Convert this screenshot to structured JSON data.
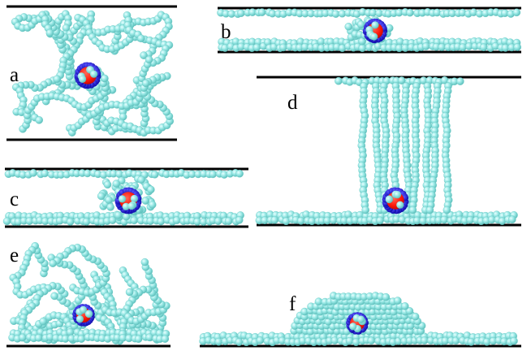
{
  "panels": [
    {
      "id": "a",
      "label": "a"
    },
    {
      "id": "b",
      "label": "b"
    },
    {
      "id": "c",
      "label": "c"
    },
    {
      "id": "d",
      "label": "d"
    },
    {
      "id": "e",
      "label": "e"
    },
    {
      "id": "f",
      "label": "f"
    }
  ],
  "colors": {
    "polymer_bead": "#88e6e3",
    "polymer_bead_edge": "#4fb8b4",
    "core": "#ff1a0a",
    "shell": "#1a14d6",
    "wall": "#000000",
    "background": "#ffffff"
  }
}
